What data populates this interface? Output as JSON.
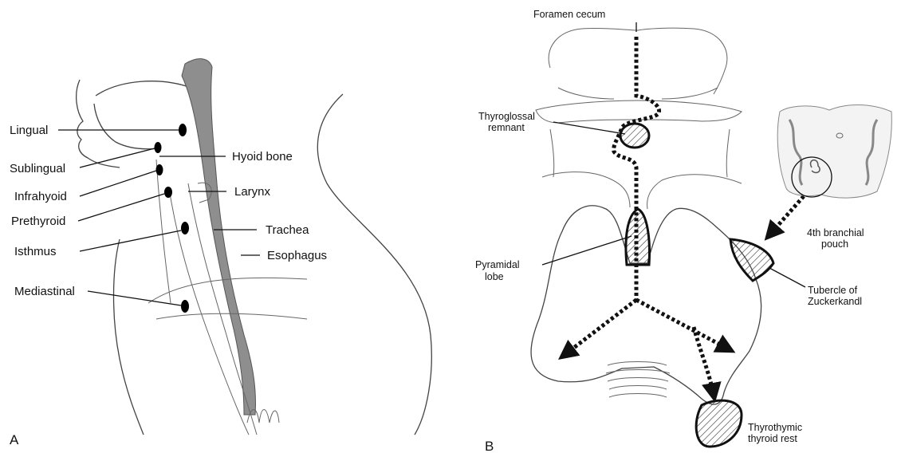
{
  "panel_a": {
    "label": "A",
    "labels": {
      "lingual": "Lingual",
      "sublingual": "Sublingual",
      "infrahyoid": "Infrahyoid",
      "prethyroid": "Prethyroid",
      "isthmus": "Isthmus",
      "mediastinal": "Mediastinal",
      "hyoid": "Hyoid bone",
      "larynx": "Larynx",
      "trachea": "Trachea",
      "esophagus": "Esophagus"
    }
  },
  "panel_b": {
    "label": "B",
    "labels": {
      "foramen": "Foramen cecum",
      "thyroglossal_1": "Thyroglossal",
      "thyroglossal_2": "remnant",
      "pyramidal_1": "Pyramidal",
      "pyramidal_2": "lobe",
      "branchial_1": "4th branchial",
      "branchial_2": "pouch",
      "tubercle_1": "Tubercle of",
      "tubercle_2": "Zuckerkandl",
      "thyrothymic_1": "Thyrothymic",
      "thyrothymic_2": "thyroid rest"
    }
  }
}
